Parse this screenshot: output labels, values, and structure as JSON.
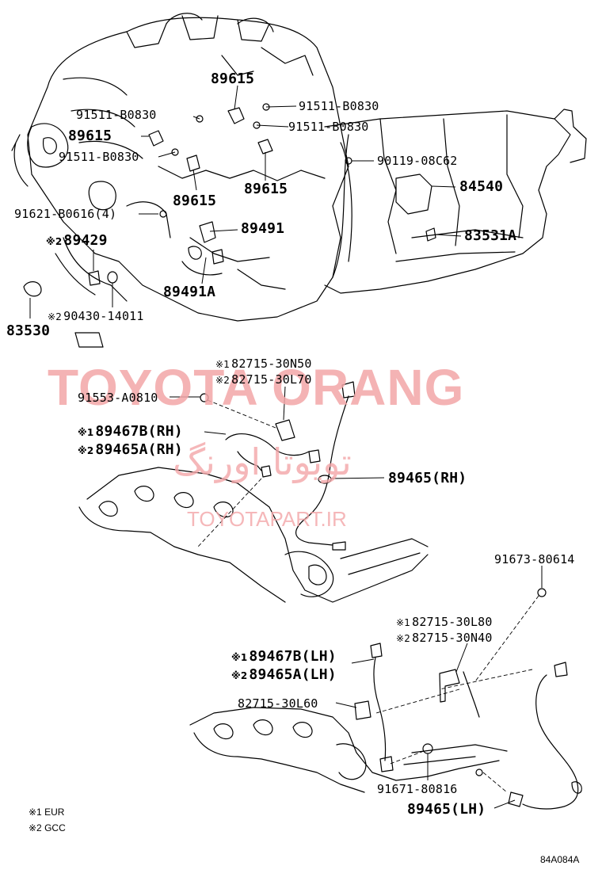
{
  "watermark": {
    "brand": "TOYOTA ORANG",
    "arabic": "تویوتا اورنگ",
    "site": "TOYOTAPART.IR"
  },
  "notes": {
    "eur_mark": "※1",
    "eur": "EUR",
    "gcc_mark": "※2",
    "gcc": "GCC"
  },
  "diagram_ref": "84A084A",
  "labels": {
    "p89615_top": "89615",
    "p91511_a": "91511-B0830",
    "p91511_b": "91511-B0830",
    "p89615_left": "89615",
    "p91511_c": "91511-B0830",
    "p91511_d": "91511-B0830",
    "p90119": "90119-08C62",
    "p84540": "84540",
    "p89615_mid": "89615",
    "p89615_right": "89615",
    "p91621": "91621-B0616(4)",
    "p89491": "89491",
    "p83531A": "83531A",
    "p89429_mark": "※2",
    "p89429": "89429",
    "p89491A": "89491A",
    "p90430_mark": "※2",
    "p90430": "90430-14011",
    "p83530": "83530",
    "p82715_n50_mark": "※1",
    "p82715_n50": "82715-30N50",
    "p82715_l70_mark": "※2",
    "p82715_l70": "82715-30L70",
    "p91553": "91553-A0810",
    "p89467B_rh_mark": "※1",
    "p89467B_rh": "89467B(RH)",
    "p89465A_rh_mark": "※2",
    "p89465A_rh": "89465A(RH)",
    "p89465_rh": "89465(RH)",
    "p91673": "91673-80614",
    "p82715_l80_mark": "※1",
    "p82715_l80": "82715-30L80",
    "p82715_n40_mark": "※2",
    "p82715_n40": "82715-30N40",
    "p89467B_lh_mark": "※1",
    "p89467B_lh": "89467B(LH)",
    "p89465A_lh_mark": "※2",
    "p89465A_lh": "89465A(LH)",
    "p82715_l60": "82715-30L60",
    "p91671": "91671-80816",
    "p89465_lh": "89465(LH)"
  }
}
